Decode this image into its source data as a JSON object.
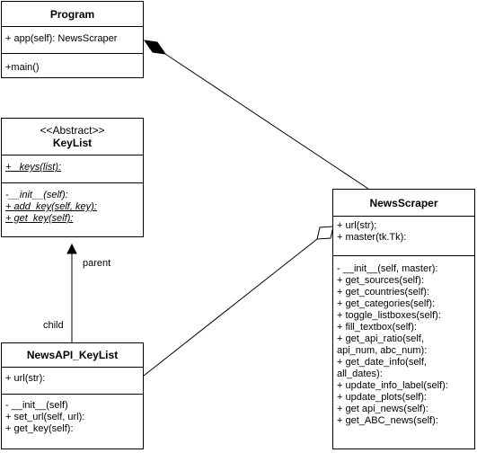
{
  "program": {
    "title": "Program",
    "attributes": [
      "+ app(self): NewsScraper"
    ],
    "methods": [
      "+main()"
    ]
  },
  "keylist": {
    "stereotype": "<<Abstract>>",
    "title": "KeyList",
    "attributes": [
      "+ _keys(list):"
    ],
    "methods": [
      "-__init__(self):",
      "+ add_key(self, key):",
      "+ get_key(self):"
    ]
  },
  "newsapi_keylist": {
    "title": "NewsAPI_KeyList",
    "attributes": [
      "+ url(str):"
    ],
    "methods": [
      "- __init__(self)",
      "+ set_url(self, url):",
      "+ get_key(self):"
    ]
  },
  "newsscraper": {
    "title": "NewsScraper",
    "attributes": [
      "+ url(str);",
      "+ master(tk.Tk):"
    ],
    "methods": [
      "- __init__(self, master):",
      "+ get_sources(self):",
      "+ get_countries(self):",
      "+ get_categories(self):",
      "+ toggle_listboxes(self):",
      "+ fill_textbox(self):",
      "+ get_api_ratio(self,",
      "api_num, abc_num):",
      "+ get_date_info(self,",
      "all_dates):",
      "+ update_info_label(self):",
      "+ update_plots(self):",
      "+ get api_news(self):",
      "+ get_ABC_news(self):"
    ]
  },
  "labels": {
    "parent": "parent",
    "child": "child"
  }
}
